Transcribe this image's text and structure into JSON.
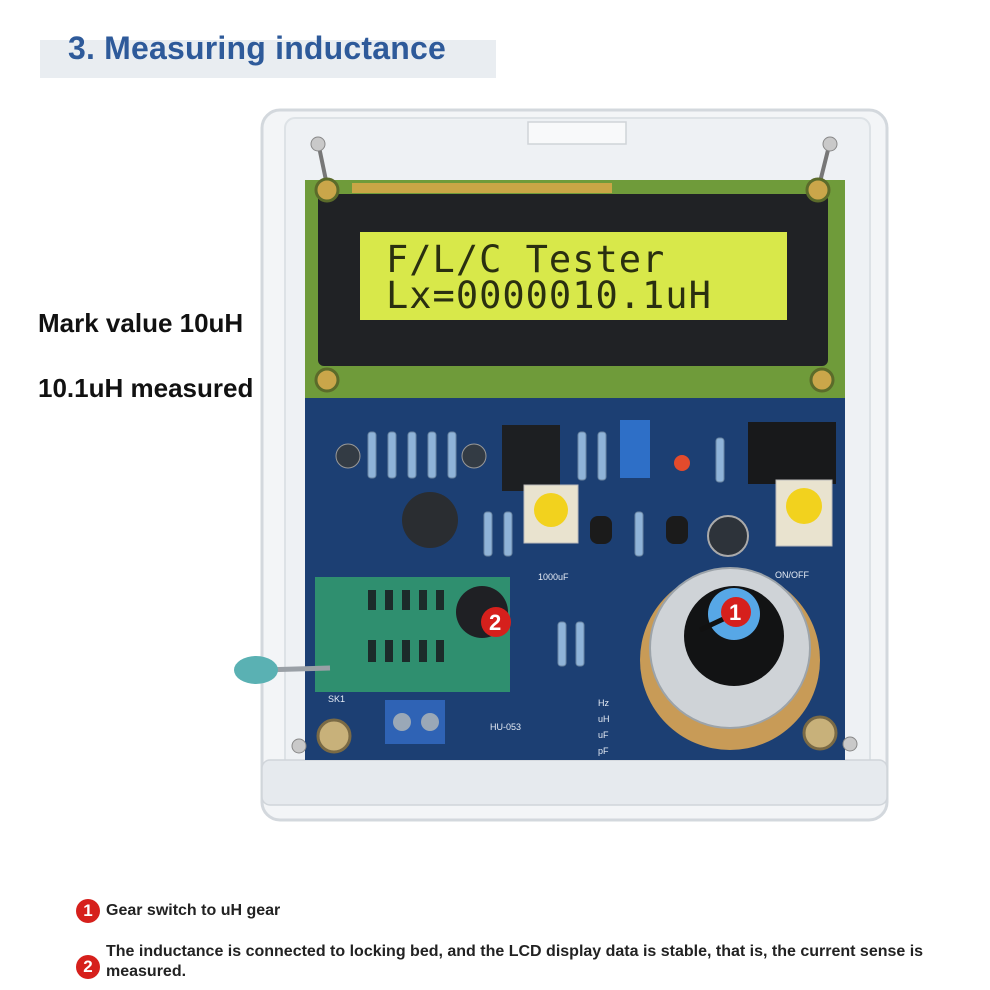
{
  "heading": "3. Measuring inductance",
  "annotations": {
    "mark_value": "Mark value 10uH",
    "measured": "10.1uH measured"
  },
  "lcd": {
    "line1": "F/L/C Tester",
    "line2": "Lx=0000010.1uH",
    "backlight_color": "#d8e84a"
  },
  "markers": [
    "1",
    "2"
  ],
  "board": {
    "label_model": "HU-053",
    "label_power": "ON/OFF",
    "dial_labels": [
      "Hz",
      "uH",
      "uF",
      "pF"
    ],
    "socket_label": "SK1",
    "cap_label": "1000uF",
    "pcb_color": "#1c3f73"
  },
  "notes": [
    {
      "badge": "1",
      "text": "Gear switch to uH gear"
    },
    {
      "badge": "2",
      "text": "The inductance is connected to locking bed, and the LCD display data is stable, that is, the current sense is measured."
    }
  ]
}
